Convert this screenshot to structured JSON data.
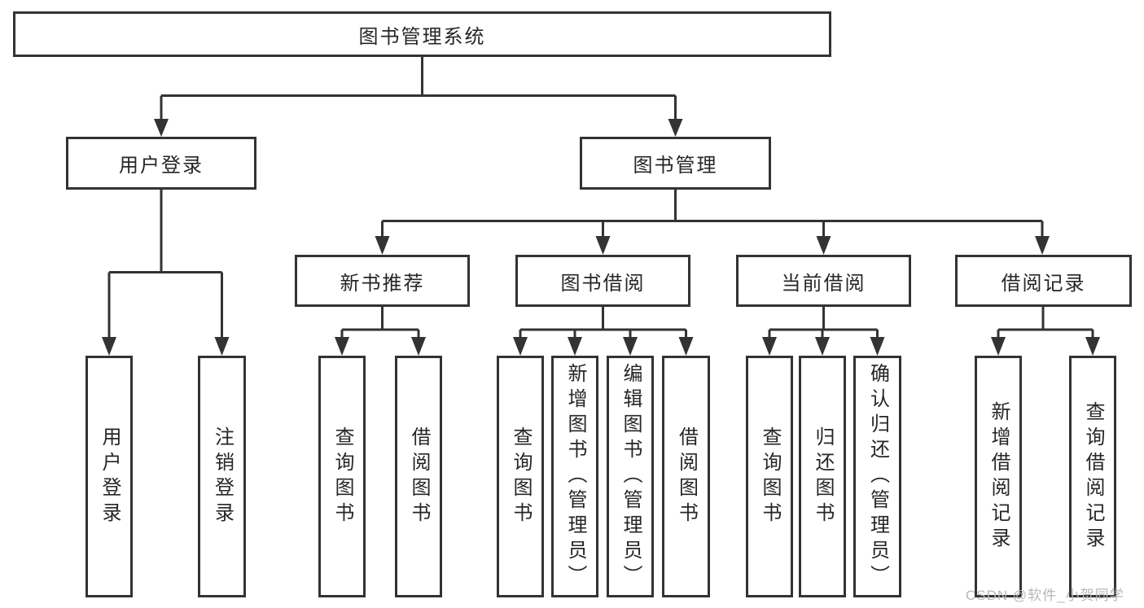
{
  "tree": {
    "label": "图书管理系统",
    "children": [
      {
        "label": "用户登录",
        "children": [
          {
            "label": "用户登录"
          },
          {
            "label": "注销登录"
          }
        ]
      },
      {
        "label": "图书管理",
        "children": [
          {
            "label": "新书推荐",
            "children": [
              {
                "label": "查询图书"
              },
              {
                "label": "借阅图书"
              }
            ]
          },
          {
            "label": "图书借阅",
            "children": [
              {
                "label": "查询图书"
              },
              {
                "label": "新增图书（管理员）"
              },
              {
                "label": "编辑图书（管理员）"
              },
              {
                "label": "借阅图书"
              }
            ]
          },
          {
            "label": "当前借阅",
            "children": [
              {
                "label": "查询图书"
              },
              {
                "label": "归还图书"
              },
              {
                "label": "确认归还（管理员）"
              }
            ]
          },
          {
            "label": "借阅记录",
            "children": [
              {
                "label": "新增借阅记录"
              },
              {
                "label": "查询借阅记录"
              }
            ]
          }
        ]
      }
    ]
  },
  "watermark": {
    "text": "CSDN @软件_小贺同学"
  },
  "colors": {
    "line": "#333333",
    "box_border": "#333333",
    "text": "#262626",
    "watermark": "#b7b7b7",
    "background": "#ffffff"
  }
}
